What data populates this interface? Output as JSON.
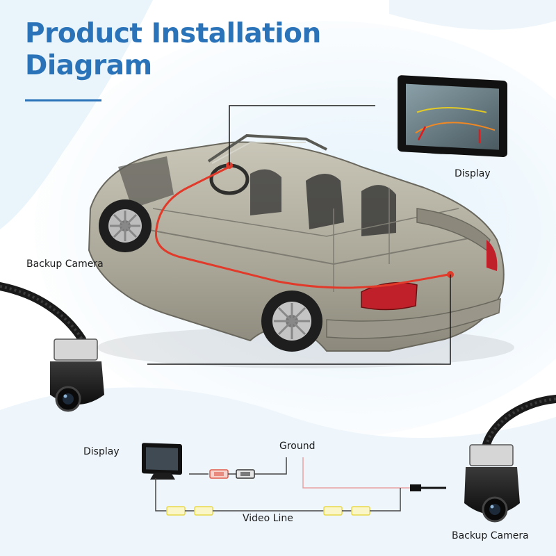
{
  "title": {
    "line1": "Product Installation",
    "line2": "Diagram"
  },
  "labels": {
    "display_top": "Display",
    "backup_camera_left": "Backup Camera",
    "display_bottom": "Display",
    "ground": "Ground",
    "video_line": "Video Line",
    "backup_camera_bottom": "Backup Camera"
  },
  "colors": {
    "title": "#2a73b8",
    "wiring_red": "#e23a2a",
    "video_plug": "#e8d84a",
    "power_plug": "#e05a4a",
    "leader_line": "#1a1a1a"
  },
  "icons": {
    "car": "car-cutaway-icon",
    "monitor": "monitor-icon",
    "camera": "backup-camera-icon"
  }
}
